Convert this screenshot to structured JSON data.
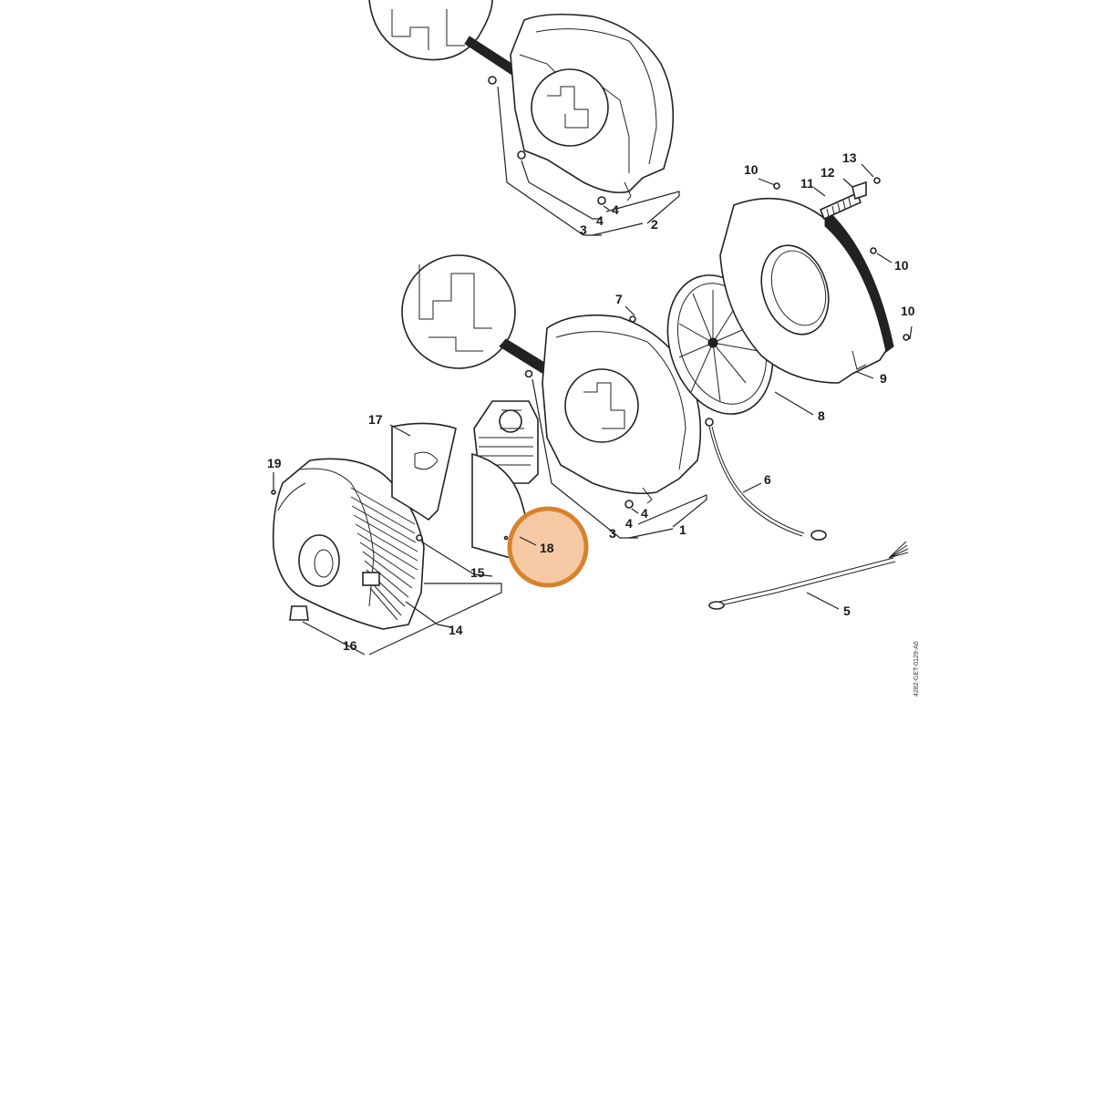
{
  "callouts": {
    "c1": "1",
    "c2": "2",
    "c3_top": "3",
    "c3_mid": "3",
    "c4_top_a": "4",
    "c4_top_b": "4",
    "c4_mid_a": "4",
    "c4_mid_b": "4",
    "c5": "5",
    "c6": "6",
    "c7": "7",
    "c8": "8",
    "c9": "9",
    "c10_a": "10",
    "c10_b": "10",
    "c10_c": "10",
    "c11": "11",
    "c12": "12",
    "c13": "13",
    "c14": "14",
    "c15": "15",
    "c16": "16",
    "c17": "17",
    "c18": "18",
    "c19": "19"
  },
  "drawing_code": "4282-GET-0129-A0",
  "highlight": {
    "label": "18",
    "fill": "#f5c9a3",
    "stroke": "#d9822b"
  }
}
